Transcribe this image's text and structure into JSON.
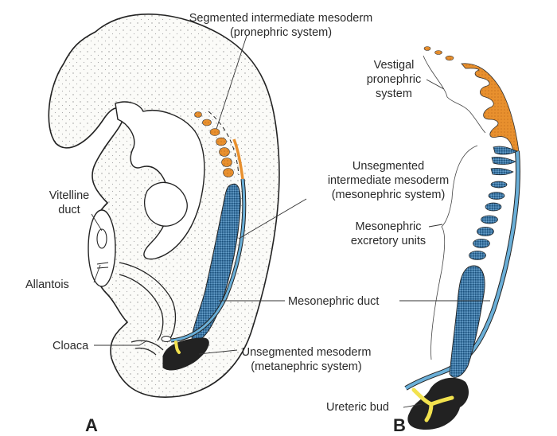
{
  "figure": {
    "panels": {
      "a": "A",
      "b": "B"
    },
    "colors": {
      "pronephric": "#e8902e",
      "mesonephric_duct": "#6aafd8",
      "mesonephric_tissue": "#2f6d9a",
      "metanephric": "#222222",
      "ureteric_bud": "#f2e24e",
      "outline": "#222222",
      "embryo_fill": "#fbfbf8"
    },
    "labels_a": {
      "segmented_1": "Segmented intermediate mesoderm",
      "segmented_2": "(pronephric system)",
      "unseg_int_1": "Unsegmented",
      "unseg_int_2": "intermediate mesoderm",
      "unseg_int_3": "(mesonephric system)",
      "vitelline_1": "Vitelline",
      "vitelline_2": "duct",
      "allantois": "Allantois",
      "cloaca": "Cloaca",
      "meso_duct": "Mesonephric duct",
      "unseg_meso_1": "Unsegmented mesoderm",
      "unseg_meso_2": "(metanephric system)"
    },
    "labels_b": {
      "vestigal_1": "Vestigal",
      "vestigal_2": "pronephric",
      "vestigal_3": "system",
      "excretory_1": "Mesonephric",
      "excretory_2": "excretory units",
      "ureteric_bud": "Ureteric bud"
    }
  }
}
